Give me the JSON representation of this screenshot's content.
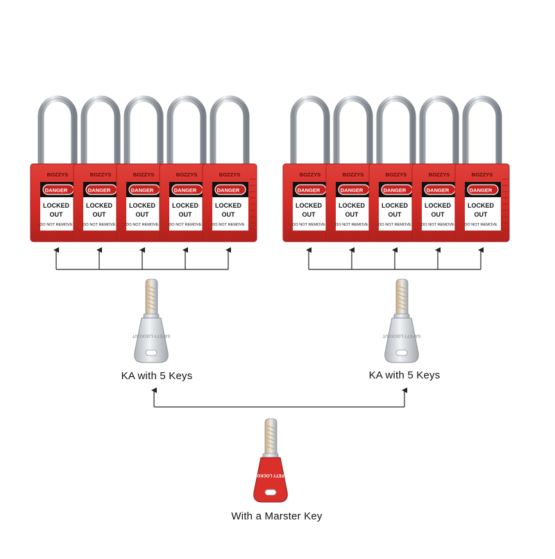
{
  "colors": {
    "lock_body": "#d42c27",
    "lock_body_dark": "#a81e1b",
    "tag_red": "#c8201d",
    "shackle": "#c9cdd2",
    "key_silver": "#d5d8dc",
    "master_key_head": "#d9302b",
    "connector": "#222222"
  },
  "lock": {
    "brand": "BOZZYS",
    "tag_header": "DANGER",
    "tag_line1": "LOCKED",
    "tag_line2": "OUT",
    "tag_footer": "DO NOT REMOVE"
  },
  "groups": [
    {
      "name": "group-left",
      "lock_count": 5,
      "key_label": "KA with 5 Keys"
    },
    {
      "name": "group-right",
      "lock_count": 5,
      "key_label": "KA with 5 Keys"
    }
  ],
  "master": {
    "key_label": "With a Marster Key",
    "head_text": "SAFETY LOCKOUT"
  },
  "icons": {
    "lock": "padlock-icon",
    "key": "key-icon",
    "master_key": "master-key-icon",
    "arrow": "arrow-up-icon"
  }
}
